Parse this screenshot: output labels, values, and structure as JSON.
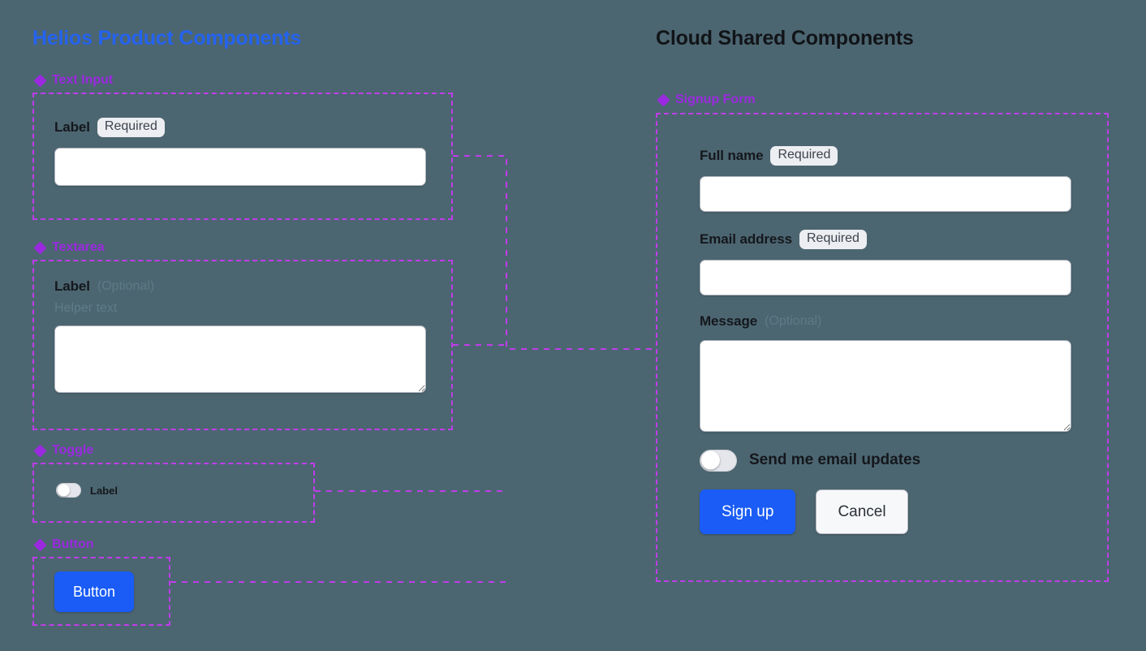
{
  "canvas": {
    "background_color": "#4c6671",
    "connector_color": "#c03ceb",
    "frame_color": "#c03ceb"
  },
  "left_panel": {
    "title": "Helios Product Components",
    "title_color": "#2463f0",
    "sections": [
      {
        "id": "text-input",
        "icon": "diamond-cluster-icon",
        "name": "Text Input",
        "label": "Label",
        "badge": "Required",
        "input_value": "",
        "input_placeholder": ""
      },
      {
        "id": "textarea",
        "icon": "diamond-cluster-icon",
        "name": "Textarea",
        "label": "Label",
        "optional_tag": "(Optional)",
        "helper_text": "Helper text",
        "textarea_value": "",
        "textarea_placeholder": ""
      },
      {
        "id": "toggle",
        "icon": "diamond-cluster-icon",
        "name": "Toggle",
        "label": "Label",
        "state": "off"
      },
      {
        "id": "button",
        "icon": "diamond-cluster-icon",
        "name": "Button",
        "label": "Button",
        "variant": "primary",
        "color": "#1a5cf5"
      }
    ]
  },
  "right_panel": {
    "title": "Cloud Shared Components",
    "title_color": "#111418",
    "sections": [
      {
        "id": "signup-form",
        "icon": "diamond-cluster-icon",
        "name": "Signup Form"
      }
    ],
    "signup_form": {
      "fields": [
        {
          "label": "Full name",
          "badge": "Required",
          "type": "text",
          "value": "",
          "placeholder": ""
        },
        {
          "label": "Email address",
          "badge": "Required",
          "type": "text",
          "value": "",
          "placeholder": ""
        },
        {
          "label": "Message",
          "optional_tag": "(Optional)",
          "type": "textarea",
          "value": "",
          "placeholder": ""
        }
      ],
      "toggle": {
        "label": "Send me email updates",
        "state": "off"
      },
      "actions": [
        {
          "label": "Sign up",
          "variant": "primary",
          "color": "#1a5cf5"
        },
        {
          "label": "Cancel",
          "variant": "secondary",
          "color": "#f7f8fa"
        }
      ]
    }
  }
}
